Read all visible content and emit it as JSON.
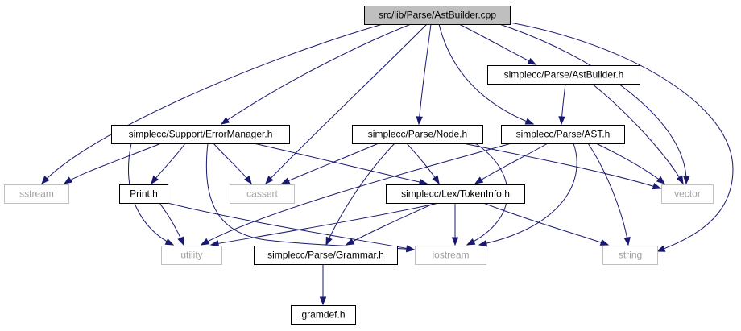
{
  "diagram": {
    "nodes": [
      {
        "id": "astbuilder_cpp",
        "label": "src/lib/Parse/AstBuilder.cpp",
        "kind": "root"
      },
      {
        "id": "astbuilder_h",
        "label": "simplecc/Parse/AstBuilder.h",
        "kind": "documented"
      },
      {
        "id": "errormanager_h",
        "label": "simplecc/Support/ErrorManager.h",
        "kind": "documented"
      },
      {
        "id": "node_h",
        "label": "simplecc/Parse/Node.h",
        "kind": "documented"
      },
      {
        "id": "ast_h",
        "label": "simplecc/Parse/AST.h",
        "kind": "documented"
      },
      {
        "id": "sstream",
        "label": "sstream",
        "kind": "system"
      },
      {
        "id": "print_h",
        "label": "Print.h",
        "kind": "documented"
      },
      {
        "id": "cassert",
        "label": "cassert",
        "kind": "system"
      },
      {
        "id": "tokeninfo_h",
        "label": "simplecc/Lex/TokenInfo.h",
        "kind": "documented"
      },
      {
        "id": "vector",
        "label": "vector",
        "kind": "system"
      },
      {
        "id": "utility",
        "label": "utility",
        "kind": "system"
      },
      {
        "id": "grammar_h",
        "label": "simplecc/Parse/Grammar.h",
        "kind": "documented"
      },
      {
        "id": "iostream",
        "label": "iostream",
        "kind": "system"
      },
      {
        "id": "string",
        "label": "string",
        "kind": "system"
      },
      {
        "id": "gramdef_h",
        "label": "gramdef.h",
        "kind": "documented"
      }
    ],
    "edges": [
      {
        "from": "astbuilder_cpp",
        "to": "astbuilder_h"
      },
      {
        "from": "astbuilder_cpp",
        "to": "errormanager_h"
      },
      {
        "from": "astbuilder_cpp",
        "to": "node_h"
      },
      {
        "from": "astbuilder_cpp",
        "to": "ast_h"
      },
      {
        "from": "astbuilder_cpp",
        "to": "sstream"
      },
      {
        "from": "astbuilder_cpp",
        "to": "cassert"
      },
      {
        "from": "astbuilder_cpp",
        "to": "vector"
      },
      {
        "from": "astbuilder_cpp",
        "to": "string"
      },
      {
        "from": "astbuilder_h",
        "to": "ast_h"
      },
      {
        "from": "astbuilder_h",
        "to": "vector"
      },
      {
        "from": "errormanager_h",
        "to": "sstream"
      },
      {
        "from": "errormanager_h",
        "to": "print_h"
      },
      {
        "from": "errormanager_h",
        "to": "cassert"
      },
      {
        "from": "errormanager_h",
        "to": "tokeninfo_h"
      },
      {
        "from": "errormanager_h",
        "to": "utility"
      },
      {
        "from": "errormanager_h",
        "to": "iostream"
      },
      {
        "from": "node_h",
        "to": "cassert"
      },
      {
        "from": "node_h",
        "to": "tokeninfo_h"
      },
      {
        "from": "node_h",
        "to": "vector"
      },
      {
        "from": "node_h",
        "to": "grammar_h"
      },
      {
        "from": "node_h",
        "to": "iostream"
      },
      {
        "from": "ast_h",
        "to": "tokeninfo_h"
      },
      {
        "from": "ast_h",
        "to": "vector"
      },
      {
        "from": "ast_h",
        "to": "utility"
      },
      {
        "from": "ast_h",
        "to": "iostream"
      },
      {
        "from": "ast_h",
        "to": "string"
      },
      {
        "from": "print_h",
        "to": "utility"
      },
      {
        "from": "print_h",
        "to": "iostream"
      },
      {
        "from": "tokeninfo_h",
        "to": "utility"
      },
      {
        "from": "tokeninfo_h",
        "to": "grammar_h"
      },
      {
        "from": "tokeninfo_h",
        "to": "iostream"
      },
      {
        "from": "tokeninfo_h",
        "to": "string"
      },
      {
        "from": "grammar_h",
        "to": "gramdef_h"
      }
    ]
  },
  "colors": {
    "edge": "#191970",
    "root_fill": "#bfbfbf",
    "root_border": "#000000",
    "documented_fill": "#ffffff",
    "documented_border": "#000000",
    "system_fill": "#ffffff",
    "system_border": "#bfbfbf",
    "documented_text": "#000000",
    "system_text": "#a0a0a0"
  }
}
